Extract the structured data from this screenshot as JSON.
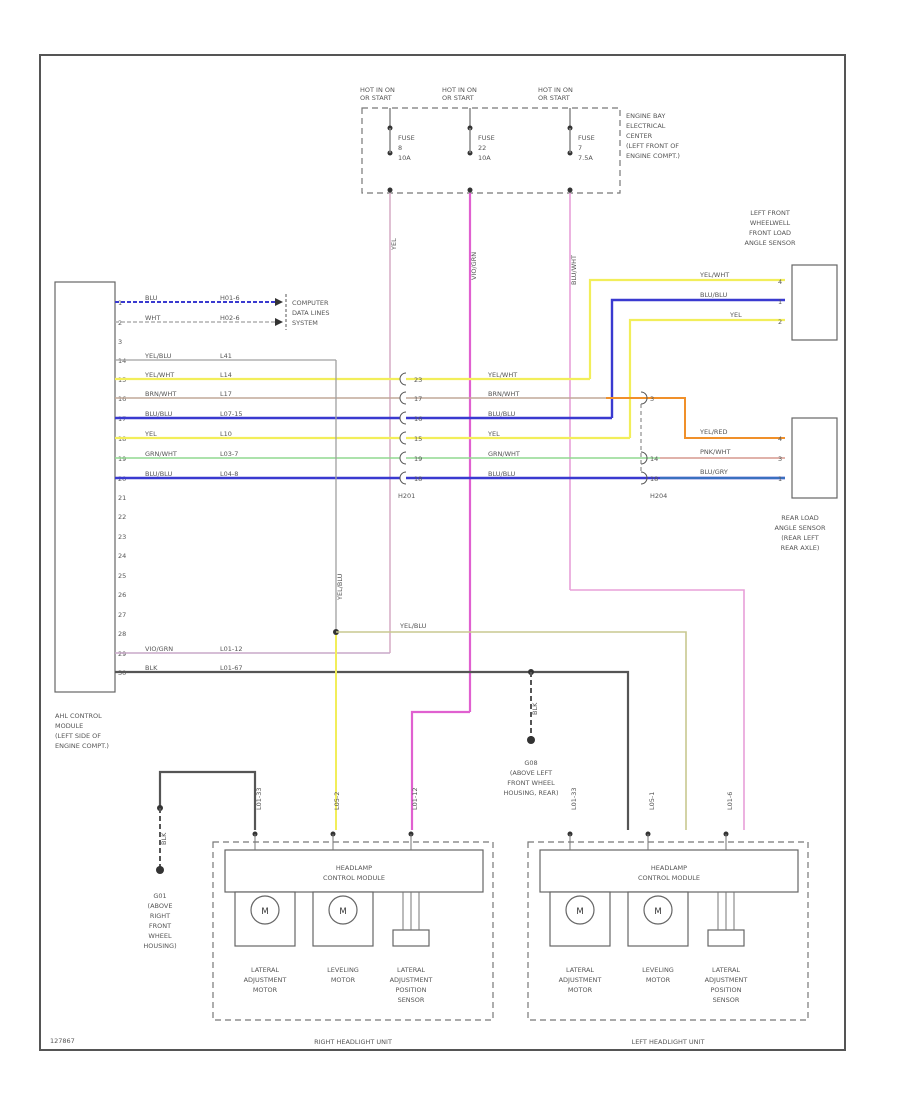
{
  "colors": {
    "blu": "#3a3ad0",
    "yel": "#f2ee5a",
    "wht": "#c8c8c8",
    "brn": "#b89a86",
    "grn": "#90d890",
    "vio": "#d8a0d0",
    "pnk": "#e060d0",
    "ora": "#f0902a",
    "gry": "#808080",
    "blk": "#444444"
  },
  "fuse_box": {
    "label": [
      "ENGINE BAY",
      "ELECTRICAL",
      "CENTER",
      "(LEFT FRONT OF",
      "ENGINE COMPT.)"
    ],
    "fuses": [
      {
        "hot": [
          "HOT IN ON",
          "OR START"
        ],
        "fuse": "FUSE",
        "num": "8",
        "amps": "10A"
      },
      {
        "hot": [
          "HOT IN ON",
          "OR START"
        ],
        "fuse": "FUSE",
        "num": "22",
        "amps": "10A"
      },
      {
        "hot": [
          "HOT IN ON",
          "OR START"
        ],
        "fuse": "FUSE",
        "num": "7",
        "amps": "7.5A"
      }
    ],
    "wire_labels": [
      "YEL",
      "VIO/GRN",
      "BLU/WHT"
    ]
  },
  "module": {
    "label": [
      "AHL CONTROL",
      "MODULE",
      "(LEFT SIDE OF",
      "ENGINE COMPT.)"
    ],
    "pins": [
      {
        "pin": "1",
        "color": "BLU",
        "circuit": "H01-6"
      },
      {
        "pin": "2",
        "color": "WHT",
        "circuit": "H02-6"
      },
      {
        "pin": "3",
        "color": "",
        "circuit": ""
      },
      {
        "pin": "14",
        "color": "YEL/BLU",
        "circuit": "L41"
      },
      {
        "pin": "15",
        "color": "YEL/WHT",
        "circuit": "L14"
      },
      {
        "pin": "16",
        "color": "BRN/WHT",
        "circuit": "L17"
      },
      {
        "pin": "17",
        "color": "BLU/BLU",
        "circuit": "L07-15"
      },
      {
        "pin": "18",
        "color": "YEL",
        "circuit": "L10"
      },
      {
        "pin": "19",
        "color": "GRN/WHT",
        "circuit": "L03-7"
      },
      {
        "pin": "20",
        "color": "BLU/BLU",
        "circuit": "L04-8"
      },
      {
        "pin": "21",
        "color": "",
        "circuit": ""
      },
      {
        "pin": "22",
        "color": "",
        "circuit": ""
      },
      {
        "pin": "23",
        "color": "",
        "circuit": ""
      },
      {
        "pin": "24",
        "color": "",
        "circuit": ""
      },
      {
        "pin": "25",
        "color": "",
        "circuit": ""
      },
      {
        "pin": "26",
        "color": "",
        "circuit": ""
      },
      {
        "pin": "27",
        "color": "",
        "circuit": ""
      },
      {
        "pin": "28",
        "color": "",
        "circuit": ""
      },
      {
        "pin": "29",
        "color": "VIO/GRN",
        "circuit": "L01-12"
      },
      {
        "pin": "30",
        "color": "BLK",
        "circuit": "L01-67"
      }
    ]
  },
  "computer_data": [
    "COMPUTER",
    "DATA LINES",
    "SYSTEM"
  ],
  "connector_h201": {
    "name": "H201",
    "pins": [
      "23",
      "17",
      "16",
      "15",
      "19",
      "18"
    ],
    "wire_labels": [
      "YEL/WHT",
      "BRN/WHT",
      "BLU/BLU",
      "YEL",
      "GRN/WHT",
      "BLU/BLU"
    ]
  },
  "connector_h204": {
    "name": "H204",
    "pins": [
      "3",
      "14",
      "18"
    ]
  },
  "front_sensor": {
    "label": [
      "LEFT FRONT",
      "WHEELWELL",
      "FRONT LOAD",
      "ANGLE SENSOR"
    ],
    "wires": [
      {
        "color": "YEL/WHT",
        "pin": "4"
      },
      {
        "color": "BLU/BLU",
        "pin": "1"
      },
      {
        "color": "YEL",
        "pin": "2"
      }
    ]
  },
  "rear_sensor": {
    "label": [
      "REAR LOAD",
      "ANGLE SENSOR",
      "(REAR LEFT",
      "REAR AXLE)"
    ],
    "wires": [
      {
        "color": "YEL/RED",
        "pin": "4"
      },
      {
        "color": "PNK/WHT",
        "pin": "3"
      },
      {
        "color": "BLU/GRY",
        "pin": "1"
      }
    ]
  },
  "splice_label": "YEL/BLU",
  "vertical_label": "YEL/BLU",
  "ground_g08": {
    "wire": "BLK",
    "label": [
      "G08",
      "(ABOVE LEFT",
      "FRONT WHEEL",
      "HOUSING, REAR)"
    ]
  },
  "ground_g01": {
    "wire": "BLK",
    "label": [
      "G01",
      "(ABOVE",
      "RIGHT",
      "FRONT",
      "WHEEL",
      "HOUSING)"
    ]
  },
  "right_unit": {
    "name": "RIGHT HEADLIGHT UNIT",
    "module": [
      "HEADLAMP",
      "CONTROL MODULE"
    ],
    "wire_labels": [
      "L01-33",
      "YEL/BLU",
      "L05-2",
      "VIO/GRN",
      "L01-12"
    ],
    "motors": [
      {
        "label": [
          "LATERAL",
          "ADJUSTMENT",
          "MOTOR"
        ]
      },
      {
        "label": [
          "LEVELING",
          "MOTOR"
        ]
      },
      {
        "label": [
          "LATERAL",
          "ADJUSTMENT",
          "POSITION",
          "SENSOR"
        ]
      }
    ]
  },
  "left_unit": {
    "name": "LEFT HEADLIGHT UNIT",
    "module": [
      "HEADLAMP",
      "CONTROL MODULE"
    ],
    "wire_labels": [
      "L01-33",
      "YEL/BLU",
      "L05-1",
      "VIO/GRN",
      "L01-6"
    ],
    "motors": [
      {
        "label": [
          "LATERAL",
          "ADJUSTMENT",
          "MOTOR"
        ]
      },
      {
        "label": [
          "LEVELING",
          "MOTOR"
        ]
      },
      {
        "label": [
          "LATERAL",
          "ADJUSTMENT",
          "POSITION",
          "SENSOR"
        ]
      }
    ]
  },
  "figure_id": "127867"
}
